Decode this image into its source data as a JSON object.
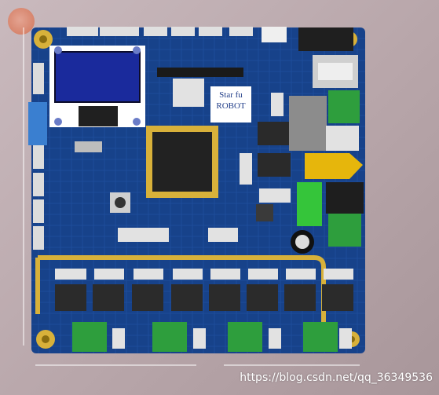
{
  "board": {
    "label_line1": "Star fu",
    "label_line2": "ROBOT"
  },
  "watermark": "https://blog.csdn.net/qq_36349536",
  "colors": {
    "background": "#b8a6aa",
    "pcb": "#17428a",
    "pcb_trace": "#214f9e",
    "gold": "#d8b13a",
    "oled_screen": "#1c2ea8",
    "terminal_green": "#2e9e3d",
    "terminal_yellow": "#e6b60c"
  }
}
